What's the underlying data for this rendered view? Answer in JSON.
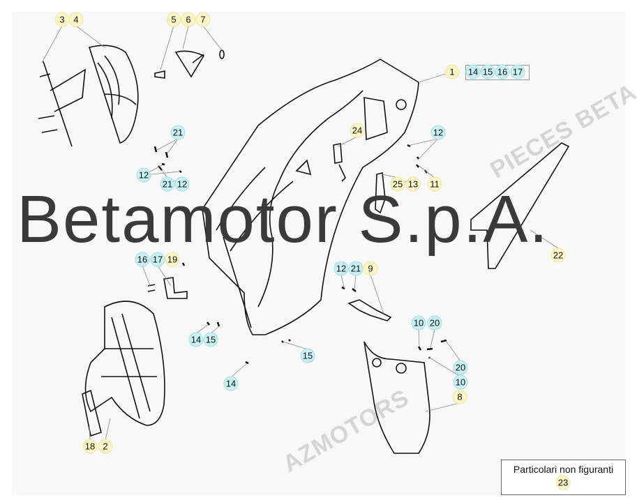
{
  "watermark": {
    "line1": "AZMOTORS",
    "line2": "PIECES BETA",
    "brand": "Betamotor S.p.A."
  },
  "callout_colors": {
    "main_part": "#fbf6c6",
    "hardware": "#c9f1f2"
  },
  "callouts": [
    {
      "n": "3",
      "kind": "main"
    },
    {
      "n": "4",
      "kind": "main"
    },
    {
      "n": "5",
      "kind": "main"
    },
    {
      "n": "6",
      "kind": "main"
    },
    {
      "n": "7",
      "kind": "main"
    },
    {
      "n": "1",
      "kind": "main"
    },
    {
      "n": "14",
      "kind": "hardware"
    },
    {
      "n": "15",
      "kind": "hardware"
    },
    {
      "n": "16",
      "kind": "hardware"
    },
    {
      "n": "17",
      "kind": "hardware"
    },
    {
      "n": "21",
      "kind": "hardware"
    },
    {
      "n": "24",
      "kind": "main"
    },
    {
      "n": "12",
      "kind": "hardware"
    },
    {
      "n": "12",
      "kind": "hardware"
    },
    {
      "n": "25",
      "kind": "main"
    },
    {
      "n": "13",
      "kind": "main"
    },
    {
      "n": "11",
      "kind": "main"
    },
    {
      "n": "21",
      "kind": "hardware"
    },
    {
      "n": "12",
      "kind": "hardware"
    },
    {
      "n": "22",
      "kind": "main"
    },
    {
      "n": "16",
      "kind": "hardware"
    },
    {
      "n": "17",
      "kind": "hardware"
    },
    {
      "n": "19",
      "kind": "main"
    },
    {
      "n": "12",
      "kind": "hardware"
    },
    {
      "n": "21",
      "kind": "hardware"
    },
    {
      "n": "9",
      "kind": "main"
    },
    {
      "n": "10",
      "kind": "hardware"
    },
    {
      "n": "20",
      "kind": "hardware"
    },
    {
      "n": "14",
      "kind": "hardware"
    },
    {
      "n": "15",
      "kind": "hardware"
    },
    {
      "n": "15",
      "kind": "hardware"
    },
    {
      "n": "20",
      "kind": "hardware"
    },
    {
      "n": "10",
      "kind": "hardware"
    },
    {
      "n": "8",
      "kind": "main"
    },
    {
      "n": "14",
      "kind": "hardware"
    },
    {
      "n": "18",
      "kind": "main"
    },
    {
      "n": "2",
      "kind": "main"
    }
  ],
  "not_shown": {
    "title": "Particolari non figuranti",
    "part": "23"
  }
}
